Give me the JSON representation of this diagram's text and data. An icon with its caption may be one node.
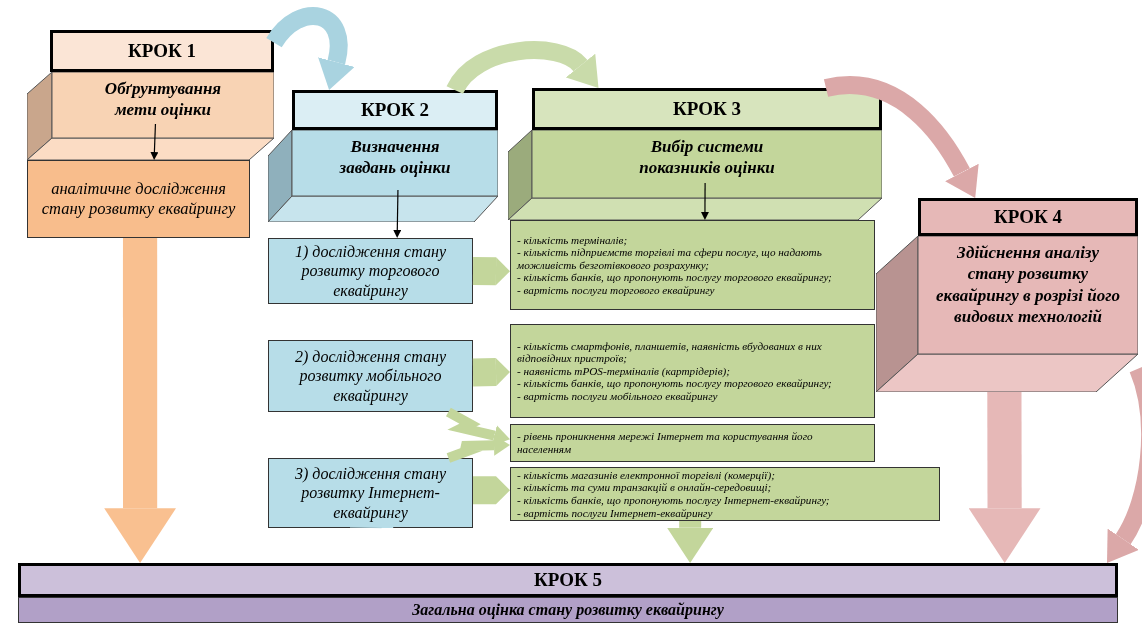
{
  "diagram": {
    "nodes": [
      {
        "text": [
          "КРОК 1"
        ]
      },
      {
        "text": [
          "Обґрунтування мети оцінки"
        ]
      },
      {
        "text": [
          "аналітичне дослідження стану розвитку еквайрингу"
        ]
      },
      {
        "text": [
          "КРОК 2"
        ]
      },
      {
        "text": [
          "Визначення завдань оцінки"
        ]
      },
      {
        "text": [
          "1) дослідження стану розвитку торгового еквайрингу"
        ]
      },
      {
        "text": [
          "2) дослідження стану розвитку мобільного еквайрингу"
        ]
      },
      {
        "text": [
          "3) дослідження стану розвитку Інтернет-еквайрингу"
        ]
      },
      {
        "text": [
          "КРОК 3"
        ]
      },
      {
        "text": [
          "Вибір системи показників оцінки"
        ]
      },
      {
        "text": [
          "- кількість терміналів;",
          "- кількість підприємств торгівлі та сфери послуг, що надають можливість безготівкового розрахунку;",
          "- кількість банків, що пропонують послугу торгового еквайрингу;",
          "- вартість послуги торгового еквайрингу"
        ]
      },
      {
        "text": [
          "- кількість смартфонів, планшетів, наявність вбудованих в них відповідних пристроїв;",
          "- наявність mPOS-терміналів (картрідерів);",
          "- кількість банків, що пропонують послугу торгового еквайрингу;",
          "- вартість послуги мобільного еквайрингу"
        ]
      },
      {
        "text": [
          "- рівень проникнення мережі Інтернет та користування його населенням"
        ]
      },
      {
        "text": [
          "- кількість магазинів електронної торгівлі (комерції);",
          "- кількість та суми транзакцій в онлайн-середовищі;",
          "- кількість банків, що пропонують послугу Інтернет-еквайрингу;",
          "- вартість послуги Інтернет-еквайрингу"
        ]
      },
      {
        "text": [
          "КРОК 4"
        ]
      },
      {
        "text": [
          "Здійснення аналізу стану розвитку еквайрингу в розрізі його видових технологій"
        ]
      },
      {
        "text": [
          "КРОК 5"
        ]
      },
      {
        "text": [
          "Загальна оцінка стану розвитку еквайрингу"
        ]
      }
    ],
    "edges": [
      {
        "from": 0,
        "to": 3,
        "arrow": "to",
        "color": "#a9d3e0"
      },
      {
        "from": 3,
        "to": 8,
        "arrow": "to",
        "color": "#c9dbaa"
      },
      {
        "from": 8,
        "to": 14,
        "arrow": "to",
        "color": "#dba8a8"
      },
      {
        "from": 15,
        "to": 16,
        "arrow": "to",
        "color": "#dba8a8"
      },
      {
        "from": 1,
        "to": 2,
        "arrow": "to",
        "color": "#000000"
      },
      {
        "from": 4,
        "to": 5,
        "arrow": "to",
        "color": "#000000"
      },
      {
        "from": 9,
        "to": 10,
        "arrow": "to",
        "color": "#000000"
      },
      {
        "from": 5,
        "to": 10,
        "arrow": "to",
        "color": "#c3d69b"
      },
      {
        "from": 6,
        "to": 11,
        "arrow": "to",
        "color": "#c3d69b"
      },
      {
        "from": 6,
        "to": 12,
        "arrow": "to",
        "color": "#c3d69b"
      },
      {
        "from": 7,
        "to": 12,
        "arrow": "to",
        "color": "#c3d69b"
      },
      {
        "from": 7,
        "to": 13,
        "arrow": "to",
        "color": "#c3d69b"
      },
      {
        "from": 2,
        "to": 16,
        "arrow": "to",
        "style": "thick",
        "color": "#f9c090"
      },
      {
        "from": 7,
        "to": 16,
        "arrow": "to",
        "color": "#b7dde8"
      },
      {
        "from": 13,
        "to": 16,
        "arrow": "to",
        "color": "#c3d69b"
      },
      {
        "from": 15,
        "to": 16,
        "arrow": "to",
        "style": "thick",
        "color": "#e6b8b7"
      }
    ]
  }
}
